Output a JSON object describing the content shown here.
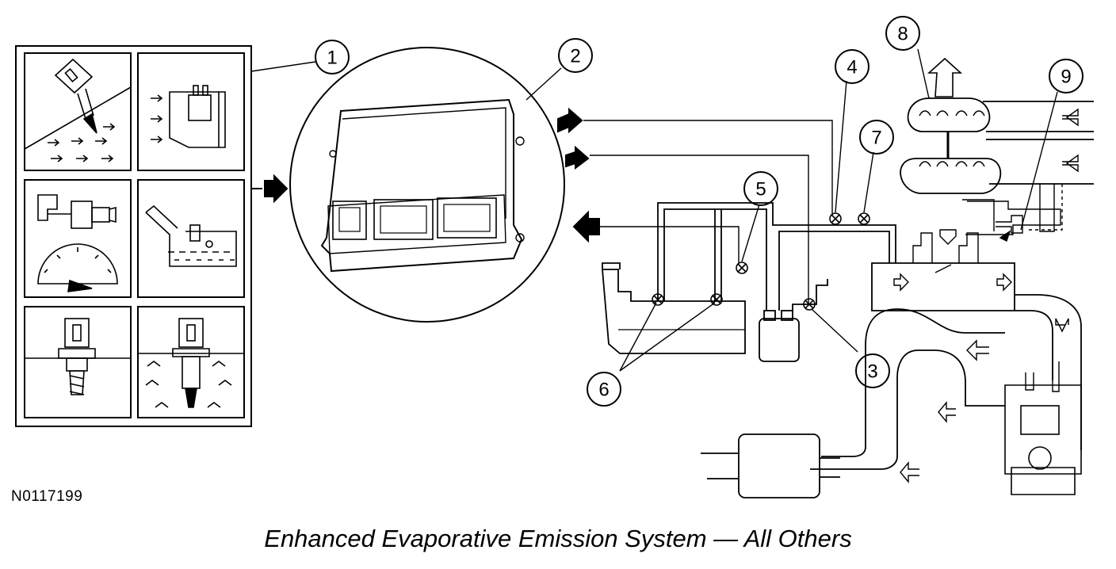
{
  "reference_code": "N0117199",
  "caption": "Enhanced Evaporative Emission System — All Others",
  "callouts": [
    "1",
    "2",
    "3",
    "4",
    "5",
    "6",
    "7",
    "8",
    "9"
  ]
}
